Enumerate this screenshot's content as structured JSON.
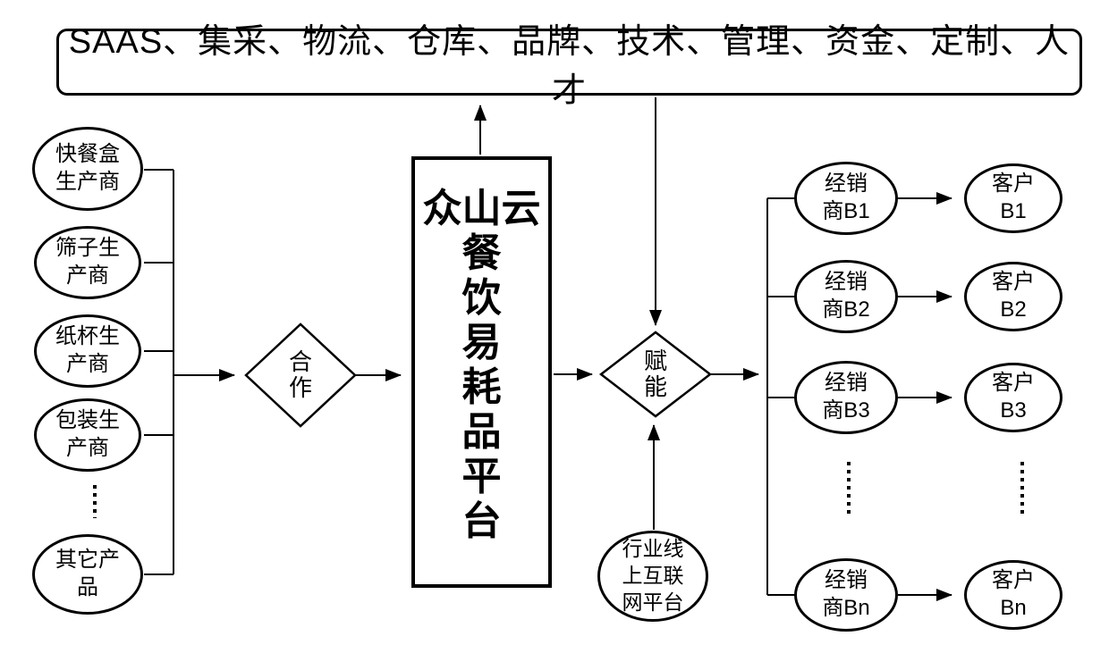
{
  "diagram": {
    "title_hint": "supply-chain platform flowchart",
    "top_box": {
      "label": "SAAS、集采、物流、仓库、品牌、技术、管理、资金、定制、人才"
    },
    "suppliers": [
      {
        "label": "快餐盒\n生产商"
      },
      {
        "label": "筛子生\n产商"
      },
      {
        "label": "纸杯生\n产商"
      },
      {
        "label": "包装生\n产商"
      },
      {
        "label": "其它产\n品"
      }
    ],
    "cooperation_diamond": {
      "label": "合\n作"
    },
    "platform_box": {
      "label": "众山云\n餐\n饮\n易\n耗\n品\n平\n台"
    },
    "empower_diamond": {
      "label": "赋\n能"
    },
    "internet_ellipse": {
      "label": "行业线\n上互联\n网平台"
    },
    "distributor_rows": [
      {
        "distributor": "经销\n商B1",
        "customer": "客户\nB1"
      },
      {
        "distributor": "经销\n商B2",
        "customer": "客户\nB2"
      },
      {
        "distributor": "经销\n商B3",
        "customer": "客户\nB3"
      },
      {
        "distributor": "经销\n商Bn",
        "customer": "客户\nBn"
      }
    ],
    "colors": {
      "line": "#000000",
      "background": "#ffffff",
      "text": "#000000"
    }
  }
}
